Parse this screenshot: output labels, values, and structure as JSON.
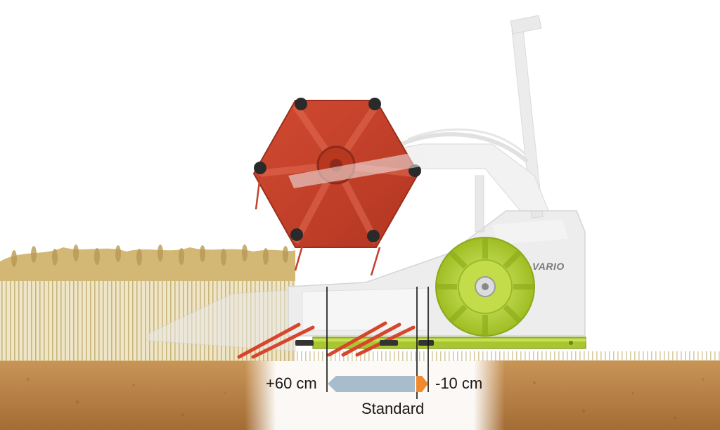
{
  "adjustment": {
    "forward_label": "+60 cm",
    "backward_label": "-10 cm",
    "standard_label": "Standard"
  },
  "header_brand": {
    "logo_text": "VARIO"
  },
  "colors": {
    "reel": "#c4402b",
    "reel_dark": "#8e2a1c",
    "feeder_drum": "#b6d23a",
    "frame": "#9fbe2a",
    "tines": "#d6452c",
    "soil": "#b07a3f",
    "crop": "#d9c58a",
    "range_bar": "#a9bccb",
    "range_tip": "#f08a2c",
    "machine_body": "#e9e9e9"
  }
}
